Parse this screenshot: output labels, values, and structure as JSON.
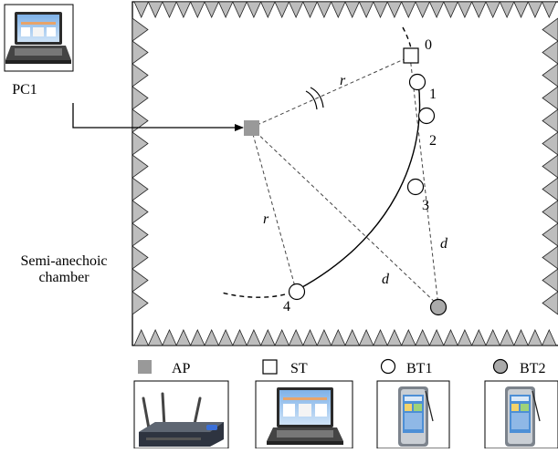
{
  "pc1": {
    "label": "PC1"
  },
  "chamber": {
    "label_line1": "Semi-anechoic",
    "label_line2": "chamber"
  },
  "diagram": {
    "radius_label": "r",
    "distance_label": "d",
    "positions": [
      "0",
      "1",
      "2",
      "3",
      "4"
    ]
  },
  "legend": [
    {
      "symbol": "filled-gray-square",
      "label": "AP"
    },
    {
      "symbol": "hollow-square",
      "label": "ST"
    },
    {
      "symbol": "hollow-circle",
      "label": "BT1"
    },
    {
      "symbol": "filled-gray-circle",
      "label": "BT2"
    }
  ],
  "devices": [
    {
      "icon": "router-icon",
      "legend_ref": "AP"
    },
    {
      "icon": "laptop-icon",
      "legend_ref": "ST"
    },
    {
      "icon": "pda-icon",
      "legend_ref": "BT1"
    },
    {
      "icon": "pda-icon",
      "legend_ref": "BT2"
    }
  ],
  "colors": {
    "ap_fill": "#999999",
    "bt2_fill": "#aaaaaa",
    "absorber_fill": "#bdbdbd"
  }
}
